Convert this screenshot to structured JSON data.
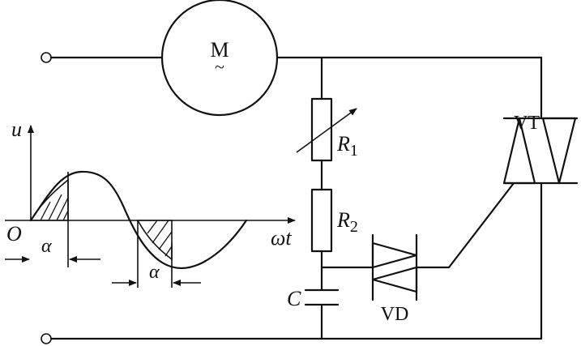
{
  "motor": {
    "label": "M",
    "symbol": "~"
  },
  "components": {
    "r1": {
      "letter": "R",
      "sub": "1"
    },
    "r2": {
      "letter": "R",
      "sub": "2"
    },
    "capacitor": "C",
    "diac": "VD",
    "triac": "VT"
  },
  "waveform": {
    "y_axis": "u",
    "origin": "O",
    "x_axis": "ωt",
    "angle_1": "α",
    "angle_2": "α"
  }
}
